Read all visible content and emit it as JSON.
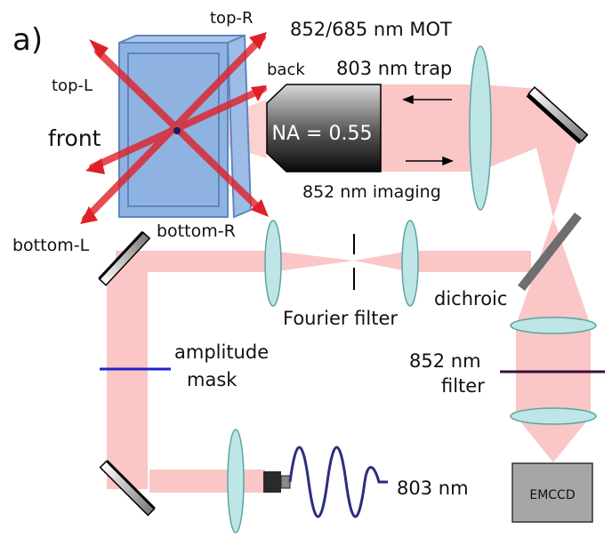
{
  "panel_label": "a)",
  "labels": {
    "mot": "852/685 nm MOT",
    "top_r": "top-R",
    "top_l": "top-L",
    "back": "back",
    "front": "front",
    "bottom_l": "bottom-L",
    "bottom_r": "bottom-R",
    "trap": "803 nm trap",
    "imaging": "852 nm imaging",
    "objective_na": "NA = 0.55",
    "dichroic": "dichroic",
    "fourier_filter": "Fourier filter",
    "amplitude": "amplitude",
    "mask": "mask",
    "filter_852": "852 nm",
    "filter_word": "filter",
    "fiber_803": "803 nm",
    "camera": "EMCCD"
  },
  "colors": {
    "beam": "#fbc3c3",
    "mot_beam": "#e02028",
    "cell": "#8fb3e0",
    "cell_border": "#5d86c0",
    "lens": "#bfe6e6",
    "lens_border": "#5aa5a5",
    "mask": "#2222cc",
    "filter": "#3a1038",
    "camera": "#a6a6a6",
    "fiber": "#2c2c80"
  }
}
